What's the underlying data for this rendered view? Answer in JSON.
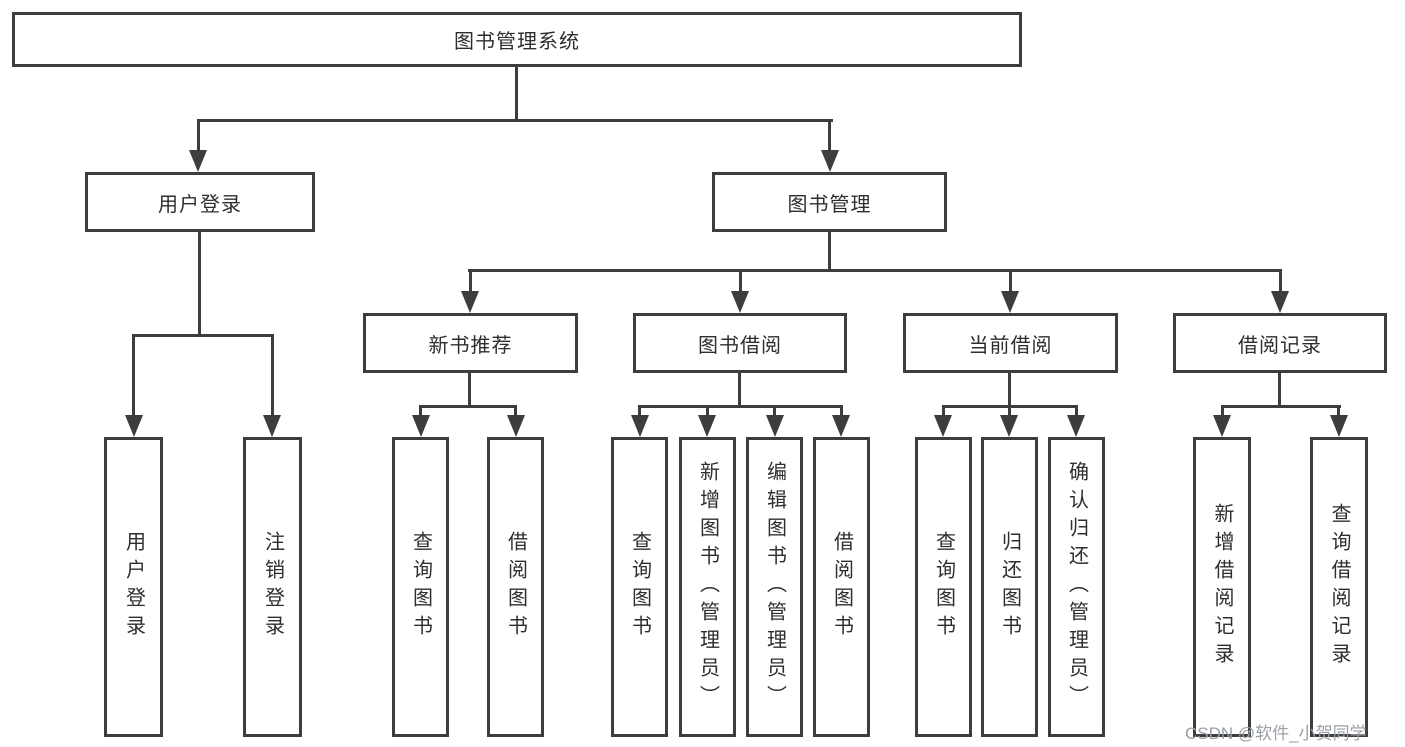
{
  "diagram_title": "图书管理系统",
  "tree": {
    "label": "图书管理系统",
    "children": [
      {
        "label": "用户登录",
        "children": [
          {
            "label": "用户登录"
          },
          {
            "label": "注销登录"
          }
        ]
      },
      {
        "label": "图书管理",
        "children": [
          {
            "label": "新书推荐",
            "children": [
              {
                "label": "查询图书"
              },
              {
                "label": "借阅图书"
              }
            ]
          },
          {
            "label": "图书借阅",
            "children": [
              {
                "label": "查询图书"
              },
              {
                "label": "新增图书（管理员）"
              },
              {
                "label": "编辑图书（管理员）"
              },
              {
                "label": "借阅图书"
              }
            ]
          },
          {
            "label": "当前借阅",
            "children": [
              {
                "label": "查询图书"
              },
              {
                "label": "归还图书"
              },
              {
                "label": "确认归还（管理员）"
              }
            ]
          },
          {
            "label": "借阅记录",
            "children": [
              {
                "label": "新增借阅记录"
              },
              {
                "label": "查询借阅记录"
              }
            ]
          }
        ]
      }
    ]
  },
  "watermark": "CSDN @软件_小贺同学",
  "colors": {
    "line": "#3d3d3d",
    "text": "#2e2e2e",
    "watermark": "#9aa0a6",
    "background": "#ffffff"
  }
}
